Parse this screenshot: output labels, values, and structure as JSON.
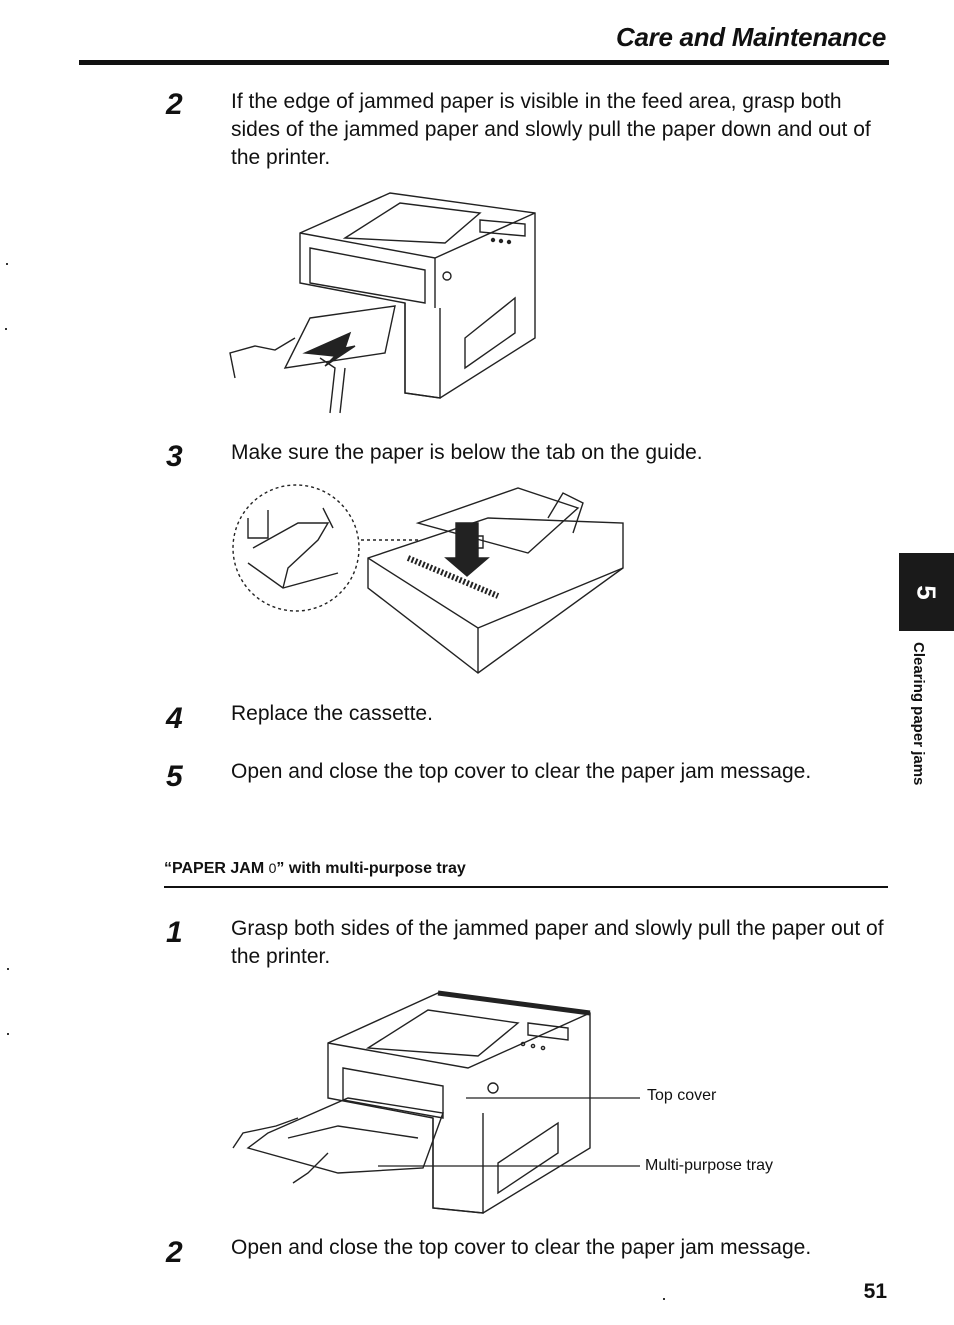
{
  "header": {
    "title": "Care and Maintenance"
  },
  "steps_a": [
    {
      "num": "2",
      "text": "If the edge of jammed paper is visible in the feed area, grasp both sides of the jammed paper and slowly pull the paper down and out of the printer."
    },
    {
      "num": "3",
      "text": "Make sure the paper is below the tab on the guide."
    },
    {
      "num": "4",
      "text": "Replace the cassette."
    },
    {
      "num": "5",
      "text": "Open and close the top cover to clear the paper jam message."
    }
  ],
  "section": {
    "title_before": "“PAPER JAM",
    "title_code": "0",
    "title_after": "” with multi-purpose tray"
  },
  "steps_b": [
    {
      "num": "1",
      "text": "Grasp both sides of the jammed paper and slowly pull the paper out of the printer."
    },
    {
      "num": "2",
      "text": "Open and close the top cover to clear the paper jam message."
    }
  ],
  "figure3": {
    "callouts": {
      "top_cover": "Top cover",
      "tray": "Multi-purpose tray"
    }
  },
  "side_tab": {
    "chapter": "5",
    "label": "Clearing paper jams"
  },
  "footer": {
    "page_number": "51"
  }
}
